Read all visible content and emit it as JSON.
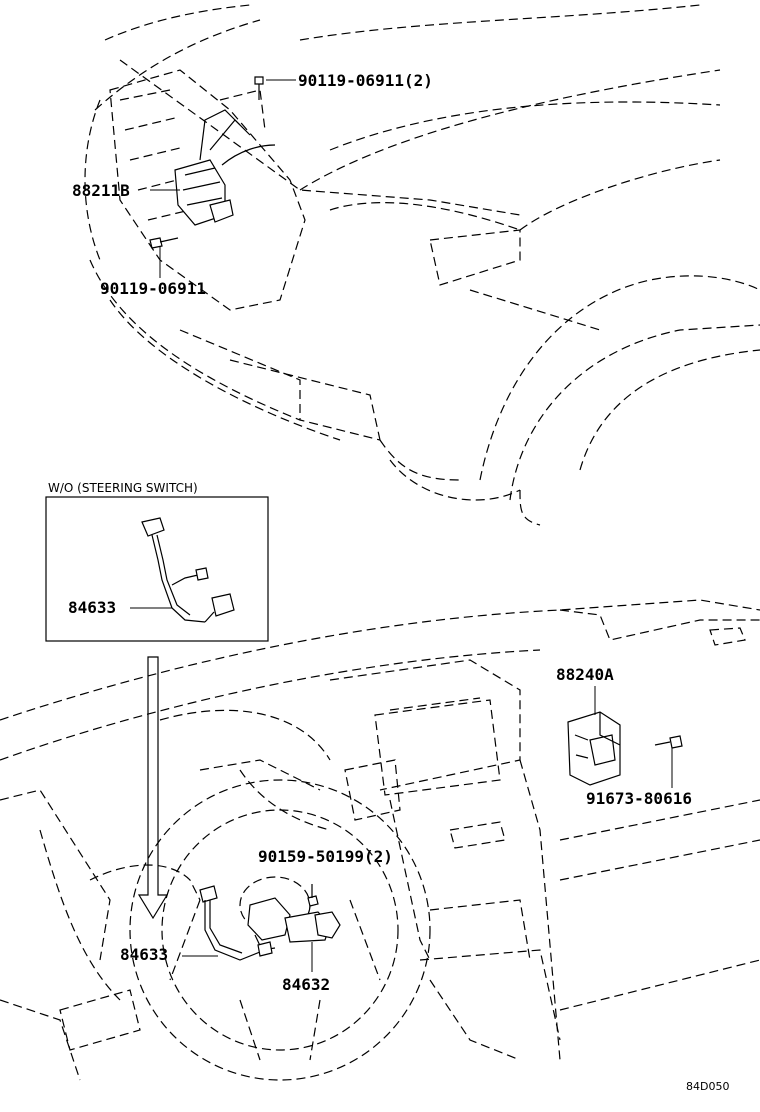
{
  "labels": {
    "bolt_top": "90119-06911(2)",
    "sensor": "88211B",
    "bolt_lower": "90119-06911",
    "inset_caption": "W/O (STEERING SWITCH)",
    "inset_harness": "84633",
    "computer": "88240A",
    "screw": "91673-80616",
    "screw_switch": "90159-50199(2)",
    "harness": "84633",
    "switch": "84632"
  },
  "diagram_code": "84D050"
}
